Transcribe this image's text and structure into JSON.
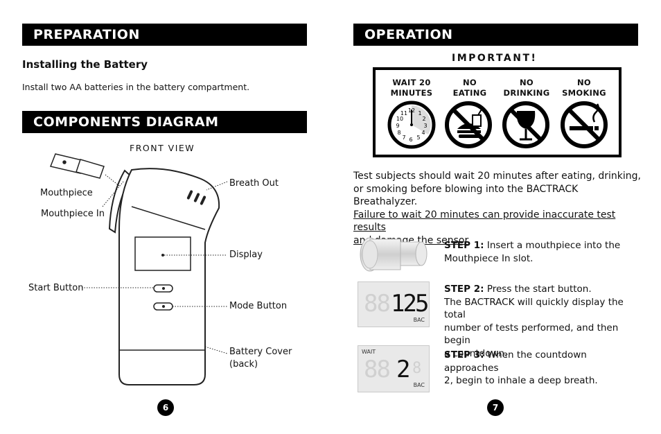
{
  "left": {
    "preparation_title": "PREPARATION",
    "battery_heading": "Installing the Battery",
    "battery_text": "Install two AA batteries in the battery compartment.",
    "components_title": "COMPONENTS DIAGRAM",
    "front_view": "FRONT VIEW",
    "labels": {
      "mouthpiece": "Mouthpiece",
      "mouthpiece_in": "Mouthpiece In",
      "start_button": "Start Button",
      "breath_out": "Breath Out",
      "display": "Display",
      "mode_button": "Mode Button",
      "battery_cover_1": "Battery Cover",
      "battery_cover_2": "(back)"
    },
    "page_number": "6"
  },
  "right": {
    "operation_title": "OPERATION",
    "important": "IMPORTANT!",
    "warnings": [
      {
        "line1": "WAIT 20",
        "line2": "MINUTES"
      },
      {
        "line1": "NO",
        "line2": "EATING"
      },
      {
        "line1": "NO",
        "line2": "DRINKING"
      },
      {
        "line1": "NO",
        "line2": "SMOKING"
      }
    ],
    "para_line1": "Test subjects should wait 20 minutes after eating, drinking,",
    "para_line2": "or smoking before blowing into the BACTRACK Breathalyzer.",
    "para_u1": "Failure to wait 20 minutes can provide inaccurate test results",
    "para_u2": "and damage the sensor",
    "para_end": ".",
    "step1_label": "STEP 1:",
    "step1_text1": " Insert a mouthpiece into the",
    "step1_text2": "Mouthpiece In slot.",
    "step2_label": "STEP 2:",
    "step2_text1": " Press the start button.",
    "step2_text2": "The BACTRACK will quickly display the total",
    "step2_text3": "number of tests performed, and then begin",
    "step2_text4": "a countdown.",
    "step3_label": "STEP 3:",
    "step3_text1": " When the countdown approaches",
    "step3_text2": "2, begin to inhale a deep breath.",
    "lcd2": {
      "digits": "125",
      "unit": "BAC"
    },
    "lcd3": {
      "wait": "WAIT",
      "digit": "2",
      "unit": "BAC"
    },
    "page_number": "7"
  }
}
